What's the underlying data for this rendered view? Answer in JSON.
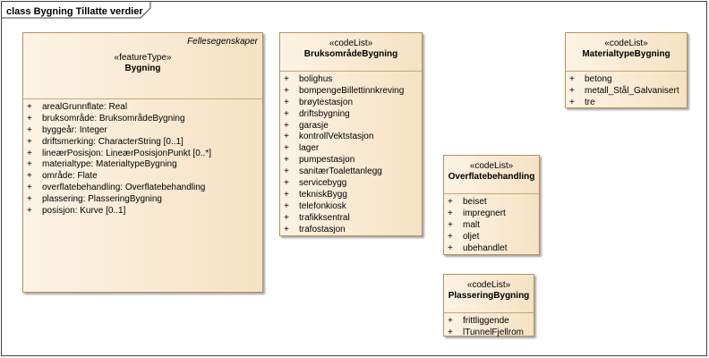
{
  "diagram": {
    "title": "class Bygning Tillatte verdier"
  },
  "classes": {
    "bygning": {
      "tag": "Fellesegenskaper",
      "stereotype": "«featureType»",
      "name": "Bygning",
      "attributes": [
        {
          "vis": "+",
          "text": "arealGrunnflate: Real"
        },
        {
          "vis": "+",
          "text": "bruksområde: BruksområdeBygning"
        },
        {
          "vis": "+",
          "text": "byggeår: Integer"
        },
        {
          "vis": "+",
          "text": "driftsmerking: CharacterString [0..1]"
        },
        {
          "vis": "+",
          "text": "lineærPosisjon: LineærPosisjonPunkt [0..*]"
        },
        {
          "vis": "+",
          "text": "materialtype: MaterialtypeBygning"
        },
        {
          "vis": "+",
          "text": "område: Flate"
        },
        {
          "vis": "+",
          "text": "overflatebehandling: Overflatebehandling"
        },
        {
          "vis": "+",
          "text": "plassering: PlasseringBygning"
        },
        {
          "vis": "+",
          "text": "posisjon: Kurve [0..1]"
        }
      ]
    },
    "bruksomrade": {
      "stereotype": "«codeList»",
      "name": "BruksområdeBygning",
      "attributes": [
        {
          "vis": "+",
          "text": "bolighus"
        },
        {
          "vis": "+",
          "text": "bompengeBillettinnkreving"
        },
        {
          "vis": "+",
          "text": "brøytestasjon"
        },
        {
          "vis": "+",
          "text": "driftsbygning"
        },
        {
          "vis": "+",
          "text": "garasje"
        },
        {
          "vis": "+",
          "text": "kontrollVektstasjon"
        },
        {
          "vis": "+",
          "text": "lager"
        },
        {
          "vis": "+",
          "text": "pumpestasjon"
        },
        {
          "vis": "+",
          "text": "sanitærToalettanlegg"
        },
        {
          "vis": "+",
          "text": "servicebygg"
        },
        {
          "vis": "+",
          "text": "tekniskBygg"
        },
        {
          "vis": "+",
          "text": "telefonkiosk"
        },
        {
          "vis": "+",
          "text": "trafikksentral"
        },
        {
          "vis": "+",
          "text": "trafostasjon"
        }
      ]
    },
    "materialtype": {
      "stereotype": "«codeList»",
      "name": "MaterialtypeBygning",
      "attributes": [
        {
          "vis": "+",
          "text": "betong"
        },
        {
          "vis": "+",
          "text": "metall_Stål_Galvanisert"
        },
        {
          "vis": "+",
          "text": "tre"
        }
      ]
    },
    "overflate": {
      "stereotype": "«codeList»",
      "name": "Overflatebehandling",
      "attributes": [
        {
          "vis": "+",
          "text": "beiset"
        },
        {
          "vis": "+",
          "text": "impregnert"
        },
        {
          "vis": "+",
          "text": "malt"
        },
        {
          "vis": "+",
          "text": "oljet"
        },
        {
          "vis": "+",
          "text": "ubehandlet"
        }
      ]
    },
    "plassering": {
      "stereotype": "«codeList»",
      "name": "PlasseringBygning",
      "attributes": [
        {
          "vis": "+",
          "text": "frittliggende"
        },
        {
          "vis": "+",
          "text": "lTunnelFjellrom"
        }
      ]
    }
  }
}
